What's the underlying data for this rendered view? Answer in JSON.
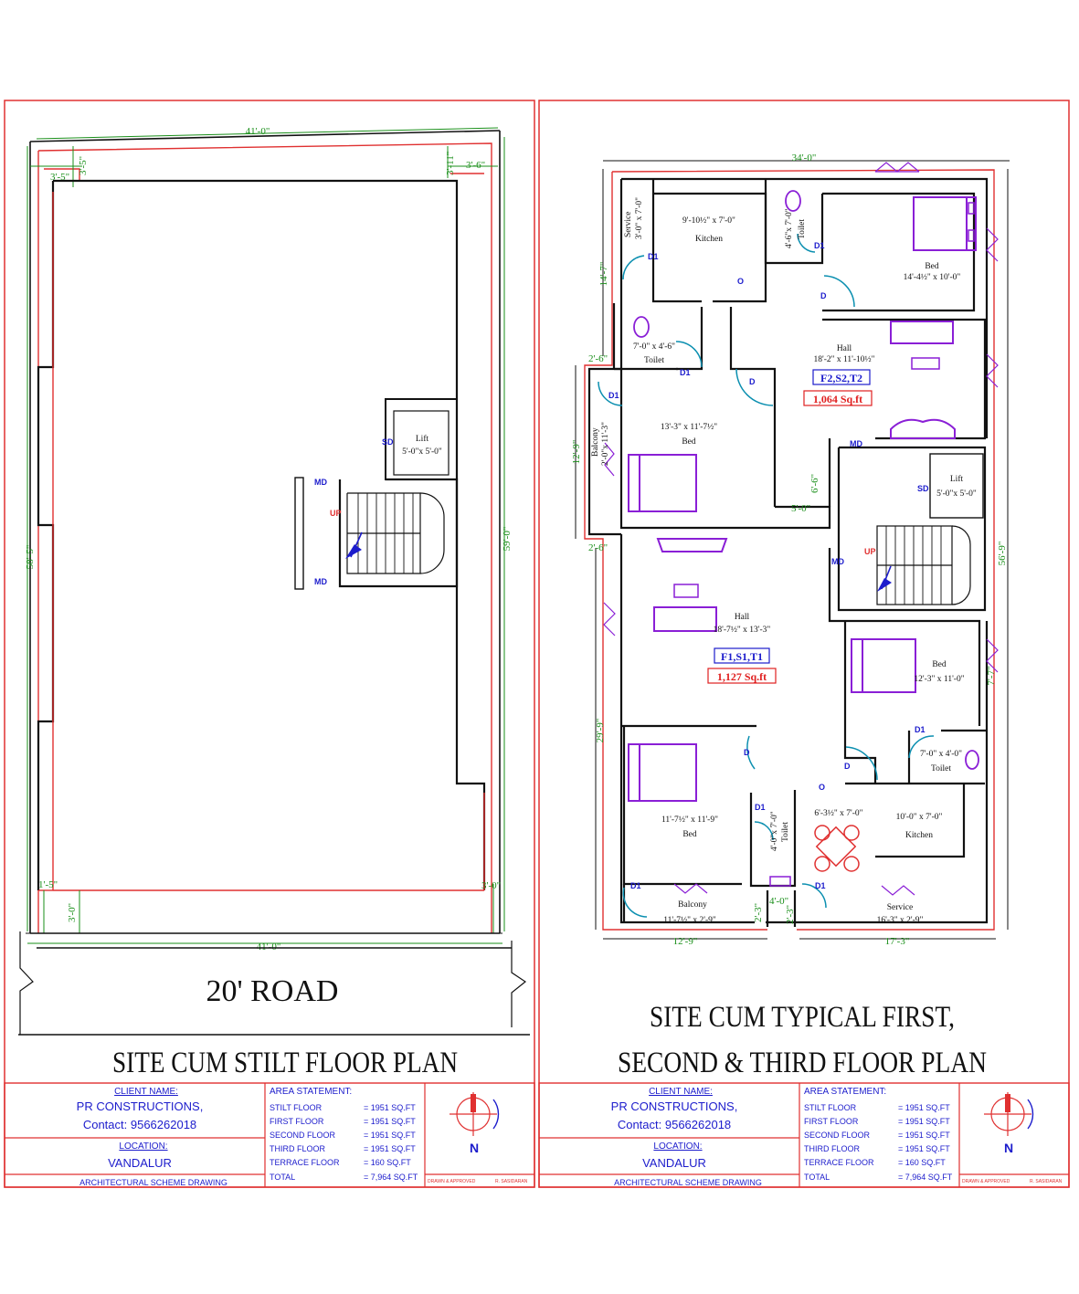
{
  "left_sheet": {
    "title": "SITE CUM STILT FLOOR PLAN",
    "road_label": "20' ROAD",
    "dims": {
      "top_width": "41'-0\"",
      "bottom_width": "41'-0\"",
      "left_height": "58'-5\"",
      "right_height": "59'-0\"",
      "setback_tl_a": "3'-5\"",
      "setback_tl_b": "3'-5\"",
      "setback_tr_a": "3'-11\"",
      "setback_tr_b": "3'-6\"",
      "setback_bl": "1'-5\"",
      "setback_br": "3'-0\"",
      "front_setback": "3'-0\""
    },
    "lift_label": "Lift",
    "lift_size": "5'-0\"x 5'-0\"",
    "sd": "SD",
    "md_top": "MD",
    "md_bottom": "MD",
    "up": "UP"
  },
  "right_sheet": {
    "title_line1": "SITE CUM TYPICAL FIRST,",
    "title_line2": "SECOND & THIRD  FLOOR PLAN",
    "dims": {
      "top_width": "34'-0\"",
      "bottom_left": "12'-9\"",
      "bottom_right": "17'-3\"",
      "left_top": "14'-7\"",
      "left_mid": "12'-9\"",
      "left_bottom": "29'-9\"",
      "balcony_top": "2'-6\"",
      "balcony_bottom": "2'-6\"",
      "right_main": "56'-9\"",
      "right_small": "7'-7\"",
      "stair_w": "5'-0\"",
      "stair_h": "6'-6\"",
      "small_a": "2'-3\"",
      "small_b": "4'-0\"",
      "small_c": "2'-3\""
    },
    "rooms": {
      "service_top": "Service",
      "service_top_size": "3'-0\" x 7'-0\"",
      "kitchen_top_size": "9'-10½\" x 7'-0\"",
      "kitchen_top": "Kitchen",
      "toilet_top_size": "4'-6\"x 7'-0\"",
      "toilet_top": "Toilet",
      "bed_top_right": "Bed",
      "bed_top_right_size": "14'-4½\" x 10'-0\"",
      "toilet_mid_size": "7'-0\" x 4'-6\"",
      "toilet_mid": "Toilet",
      "hall_top": "Hall",
      "hall_top_size": "18'-2\" x 11'-10½\"",
      "bed_mid_left_size": "13'-3\" x 11'-7½\"",
      "bed_mid_left": "Bed",
      "balcony_left": "Balcony",
      "balcony_left_size": "2'-0\"x 11'-3\"",
      "lift": "Lift",
      "lift_size": "5'-0\"x 5'-0\"",
      "hall_bottom": "Hall",
      "hall_bottom_size": "18'-7½\" x 13'-3\"",
      "bed_bottom_right": "Bed",
      "bed_bottom_right_size": "12'-3\" x 11'-0\"",
      "toilet_bottom_right_size": "7'-0\" x 4'-0\"",
      "toilet_bottom_right": "Toilet",
      "bed_bottom_left_size": "11'-7½\" x 11'-9\"",
      "bed_bottom_left": "Bed",
      "toilet_bottom_mid_size": "4'-0\"x 7'-0\"",
      "toilet_bottom_mid": "Toilet",
      "dining_size": "6'-3½\" x 7'-0\"",
      "kitchen_bottom_size": "10'-0\" x 7'-0\"",
      "kitchen_bottom": "Kitchen",
      "balcony_bottom": "Balcony",
      "balcony_bottom_size": "11'-7½\" x 2'-9\"",
      "service_bottom": "Service",
      "service_bottom_size": "16'-3\" x 2'-9\""
    },
    "unit_top_tag": "F2,S2,T2",
    "unit_top_area": "1,064 Sq.ft",
    "unit_bottom_tag": "F1,S1,T1",
    "unit_bottom_area": "1,127 Sq.ft",
    "doors": {
      "d": "D",
      "d1": "D1",
      "md": "MD",
      "sd": "SD",
      "up": "UP",
      "o": "O"
    }
  },
  "title_block": {
    "client_header": "CLIENT NAME:",
    "client_name": "PR CONSTRUCTIONS,",
    "contact": "Contact: 9566262018",
    "location_header": "LOCATION:",
    "location": "VANDALUR",
    "drawing_type": "ARCHITECTURAL SCHEME DRAWING",
    "area_header": "AREA STATEMENT:",
    "area_rows": [
      {
        "label": "STILT FLOOR",
        "value": "= 1951 SQ.FT"
      },
      {
        "label": "FIRST  FLOOR",
        "value": "= 1951 SQ.FT"
      },
      {
        "label": "SECOND FLOOR",
        "value": "= 1951 SQ.FT"
      },
      {
        "label": "THIRD FLOOR",
        "value": "= 1951 SQ.FT"
      },
      {
        "label": "TERRACE FLOOR",
        "value": "= 160 SQ.FT"
      },
      {
        "label": "TOTAL",
        "value": "= 7,964 SQ.FT"
      }
    ],
    "north": "N",
    "drawn_label": "DRAWN & APPROVED",
    "drawn_name": "R. SASIDARAN"
  },
  "colors": {
    "border_red": "#e03030",
    "dim_green": "#1a8f1a",
    "door_blue": "#1c1ccc",
    "furniture_purple": "#8a1fd6",
    "swing_cyan": "#0b8fb0",
    "area_red": "#e02020"
  }
}
